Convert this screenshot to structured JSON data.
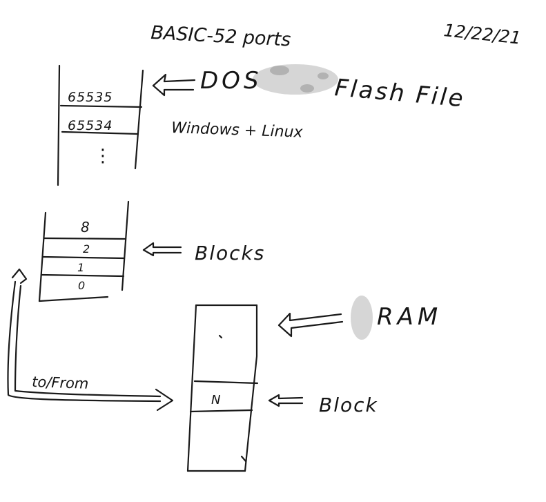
{
  "title": "BASIC-52 ports",
  "date": "12/22/21",
  "flash_stack": {
    "rows": [
      "65535",
      "65534"
    ],
    "ellipsis": "⋮",
    "label_prefix": "DOS",
    "label_suffix": "Flash File",
    "sublabel": "Windows + Linux"
  },
  "blocks_stack": {
    "rows": [
      "8",
      "2",
      "1",
      "0"
    ],
    "label": "Blocks"
  },
  "ram_stack": {
    "label": "RAM",
    "block_row": "N",
    "block_label": "Block"
  },
  "transfer_label": "to/From"
}
